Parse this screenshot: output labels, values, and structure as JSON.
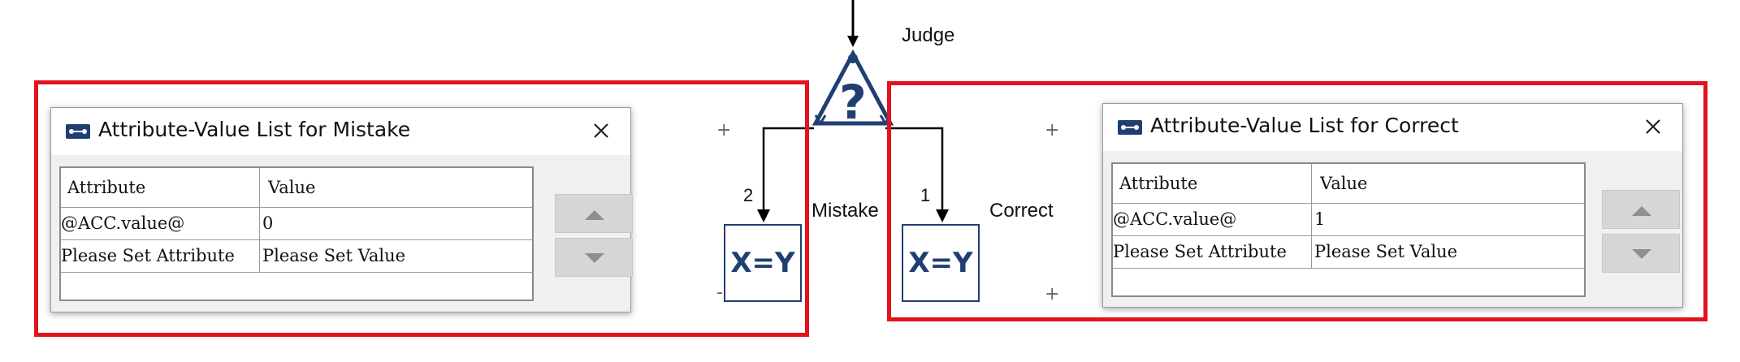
{
  "canvas": {
    "judge_label": "Judge",
    "mistake_label": "Mistake",
    "correct_label": "Correct",
    "mistake_branch_number": "2",
    "correct_branch_number": "1",
    "decision_glyph": "?",
    "plus_glyph": "+",
    "minus_glyph": "-",
    "left_node_text": "X=Y",
    "right_node_text": "X=Y"
  },
  "mistake_dialog": {
    "title": "Attribute-Value List for Mistake",
    "headers": {
      "attribute": "Attribute",
      "value": "Value"
    },
    "rows": [
      {
        "attribute": "@ACC.value@",
        "value": "0"
      },
      {
        "attribute": "Please Set Attribute",
        "value": "Please Set Value"
      }
    ]
  },
  "correct_dialog": {
    "title": "Attribute-Value List for Correct",
    "headers": {
      "attribute": "Attribute",
      "value": "Value"
    },
    "rows": [
      {
        "attribute": "@ACC.value@",
        "value": "1"
      },
      {
        "attribute": "Please Set Attribute",
        "value": "Please Set Value"
      }
    ]
  },
  "colors": {
    "highlight_red": "#e1131d",
    "node_navy": "#1f3f73",
    "scroll_button": "#d6d6d6"
  },
  "icons": [
    "close-icon",
    "arrow-up-icon",
    "arrow-down-icon",
    "app-icon",
    "decision-icon"
  ]
}
